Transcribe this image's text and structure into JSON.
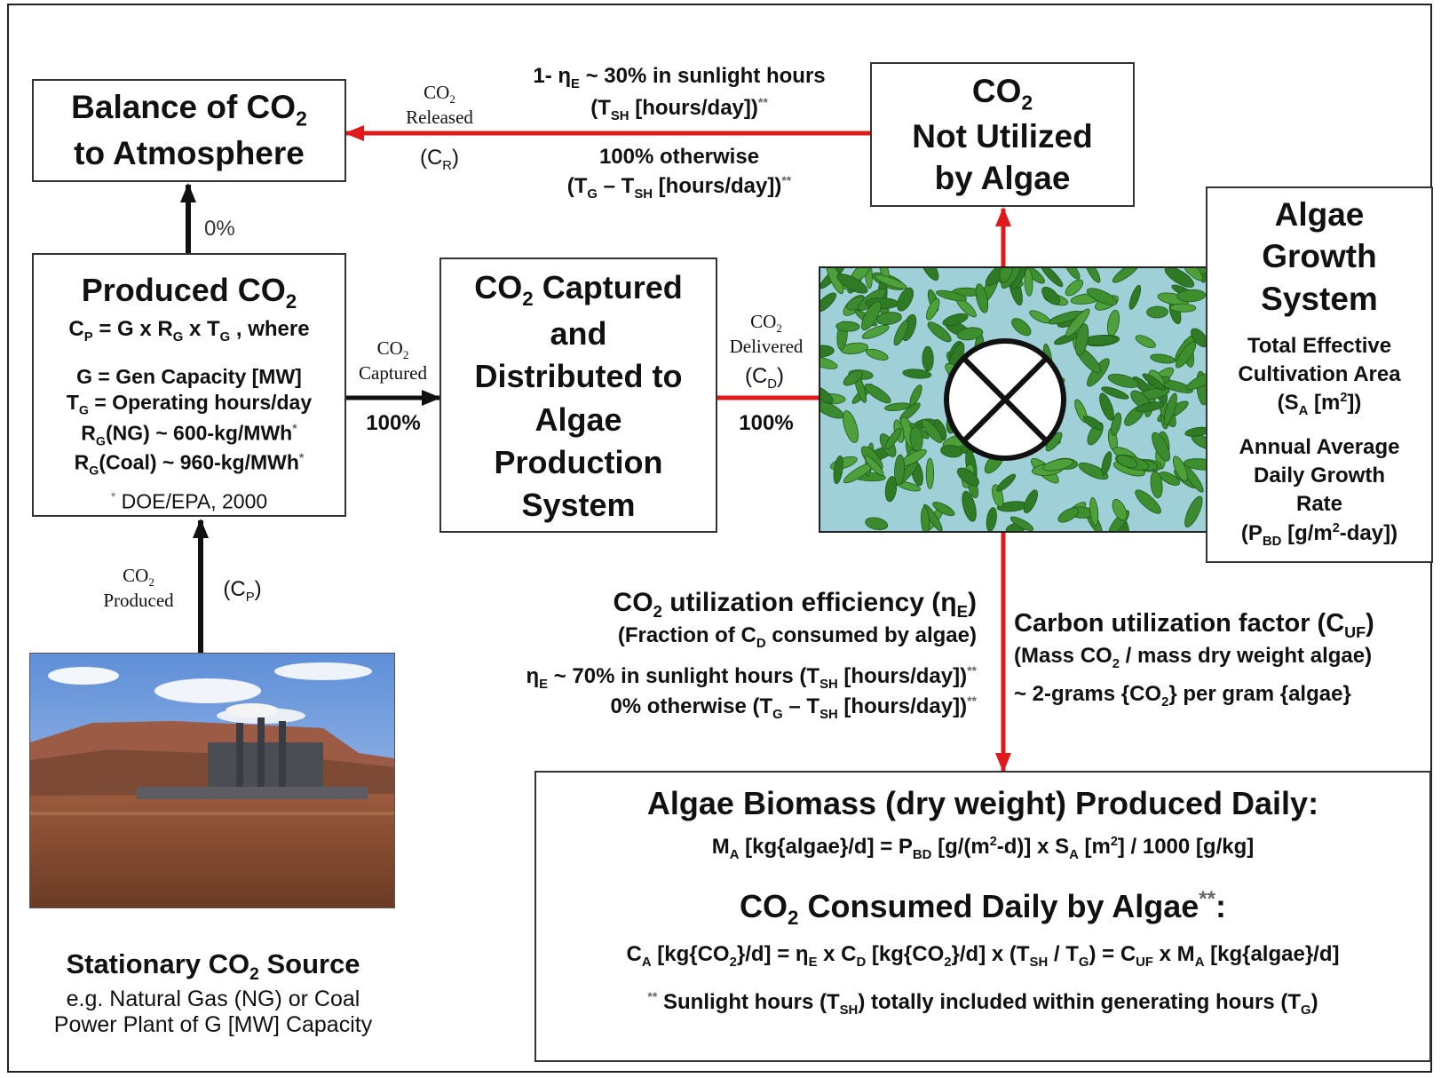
{
  "colors": {
    "red_arrow": "#e0191b",
    "black_arrow": "#111111",
    "algae_bg": "#9fd0d8",
    "algae_cell": "#3d8f2e"
  },
  "balance_box": {
    "line1_a": "Balance of CO",
    "line1_sub": "2",
    "line2": "to Atmosphere"
  },
  "not_utilized_box": {
    "line1_a": "CO",
    "line1_sub": "2",
    "line2": "Not Utilized",
    "line3": "by Algae"
  },
  "produced_box": {
    "title_a": "Produced CO",
    "title_sub": "2",
    "formula": {
      "cp": "C",
      "cp_sub": "P",
      "eq1": " = G x R",
      "g_sub": "G",
      "eq2": " x T",
      "t_sub": "G",
      "eq3": " , where"
    },
    "l1": "G = Gen Capacity [MW]",
    "l2_a": "T",
    "l2_sub": "G",
    "l2_b": " = Operating hours/day",
    "l3_a": "R",
    "l3_sub": "G",
    "l3_b": "(NG) ~ 600-kg/MWh",
    "l3_ast": "*",
    "l4_a": "R",
    "l4_sub": "G",
    "l4_b": "(Coal) ~ 960-kg/MWh",
    "l4_ast": "*",
    "note_ast": "*",
    "note": " DOE/EPA, 2000"
  },
  "captured_box": {
    "l1_a": "CO",
    "l1_sub": "2",
    "l1_b": " Captured",
    "l2": "and",
    "l3": "Distributed to",
    "l4": "Algae",
    "l5": "Production",
    "l6": "System"
  },
  "growth_box": {
    "title1": "Algae",
    "title2": "Growth",
    "title3": "System",
    "a1": "Total Effective",
    "a2": "Cultivation Area",
    "a3_a": "(S",
    "a3_sub": "A",
    "a3_b": " [m",
    "a3_sup": "2",
    "a3_c": "])",
    "b1": "Annual Average",
    "b2": "Daily Growth",
    "b3": "Rate",
    "b4_a": "(P",
    "b4_sub": "BD",
    "b4_b": " [g/m",
    "b4_sup": "2",
    "b4_c": "-day])"
  },
  "arrow_labels": {
    "zero_pct": "0%",
    "released_co": "CO",
    "released_sub": "2",
    "released_word": "Released",
    "cr_a": "(C",
    "cr_sub": "R",
    "cr_b": ")",
    "captured_co": "CO",
    "captured_sub": "2",
    "captured_word": "Captured",
    "captured_pct": "100%",
    "delivered_co": "CO",
    "delivered_sub": "2",
    "delivered_word": "Delivered",
    "cd_a": "(C",
    "cd_sub": "D",
    "cd_b": ")",
    "delivered_pct": "100%",
    "produced_co": "CO",
    "produced_sub": "2",
    "produced_word": "Produced",
    "cp_a": "(C",
    "cp_sub": "P",
    "cp_b": ")"
  },
  "sunlight_note": {
    "l1_a": "1- η",
    "l1_sub": "E",
    "l1_b": " ~ 30% in sunlight hours",
    "l2_a": "(T",
    "l2_sub": "SH",
    "l2_b": " [hours/day])",
    "l2_ast": "**",
    "l3": "100% otherwise",
    "l4_a": "(T",
    "l4_sub": "G",
    "l4_b": " – T",
    "l4_sub2": "SH",
    "l4_c": " [hours/day])",
    "l4_ast": "**"
  },
  "efficiency": {
    "title_a": "CO",
    "title_sub": "2",
    "title_b": " utilization efficiency (η",
    "title_sub2": "E",
    "title_c": ")",
    "l1_a": "(Fraction of C",
    "l1_sub": "D",
    "l1_b": " consumed by algae)",
    "l2_a": "η",
    "l2_sub": "E",
    "l2_b": " ~ 70% in sunlight hours (T",
    "l2_sub2": "SH",
    "l2_c": " [hours/day])",
    "l2_ast": "**",
    "l3_a": "0% otherwise (T",
    "l3_sub": "G",
    "l3_b": " – T",
    "l3_sub2": "SH",
    "l3_c": " [hours/day])",
    "l3_ast": "**"
  },
  "carbon_factor": {
    "title_a": "Carbon utilization factor (C",
    "title_sub": "UF",
    "title_b": ")",
    "l1_a": "(Mass CO",
    "l1_sub": "2",
    "l1_b": " / mass dry weight algae)",
    "l2_a": "~ 2-grams {CO",
    "l2_sub": "2",
    "l2_b": "} per gram {algae}"
  },
  "source": {
    "title_a": "Stationary CO",
    "title_sub": "2",
    "title_b": " Source",
    "l1": "e.g. Natural Gas (NG) or Coal",
    "l2": "Power Plant of G [MW] Capacity"
  },
  "biomass_box": {
    "title": "Algae Biomass (dry weight) Produced Daily:",
    "f1_a": "M",
    "f1_sub": "A",
    "f1_b": " [kg{algae}/d] =  P",
    "f1_sub2": "BD",
    "f1_c": " [g/(m",
    "f1_sup": "2",
    "f1_d": "-d)]  x S",
    "f1_sub3": "A",
    "f1_e": " [m",
    "f1_sup2": "2",
    "f1_f": "] / 1000 [g/kg]",
    "title2_a": "CO",
    "title2_sub": "2",
    "title2_b": " Consumed Daily by Algae",
    "title2_ast": "**",
    "title2_c": ":",
    "f2_a": "C",
    "f2_sub": "A",
    "f2_b": " [kg{CO",
    "f2_sub2": "2",
    "f2_c": "}/d] = η",
    "f2_sub3": "E",
    "f2_d": " x C",
    "f2_sub4": "D",
    "f2_e": " [kg{CO",
    "f2_sub5": "2",
    "f2_f": "}/d]  x (T",
    "f2_sub6": "SH",
    "f2_g": " / T",
    "f2_sub7": "G",
    "f2_h": ") = C",
    "f2_sub8": "UF",
    "f2_i": " x M",
    "f2_sub9": "A",
    "f2_j": " [kg{algae}/d]",
    "note_ast": "**",
    "note_a": " Sunlight hours (T",
    "note_sub": "SH",
    "note_b": ") totally included within generating hours (T",
    "note_sub2": "G",
    "note_c": ")"
  }
}
